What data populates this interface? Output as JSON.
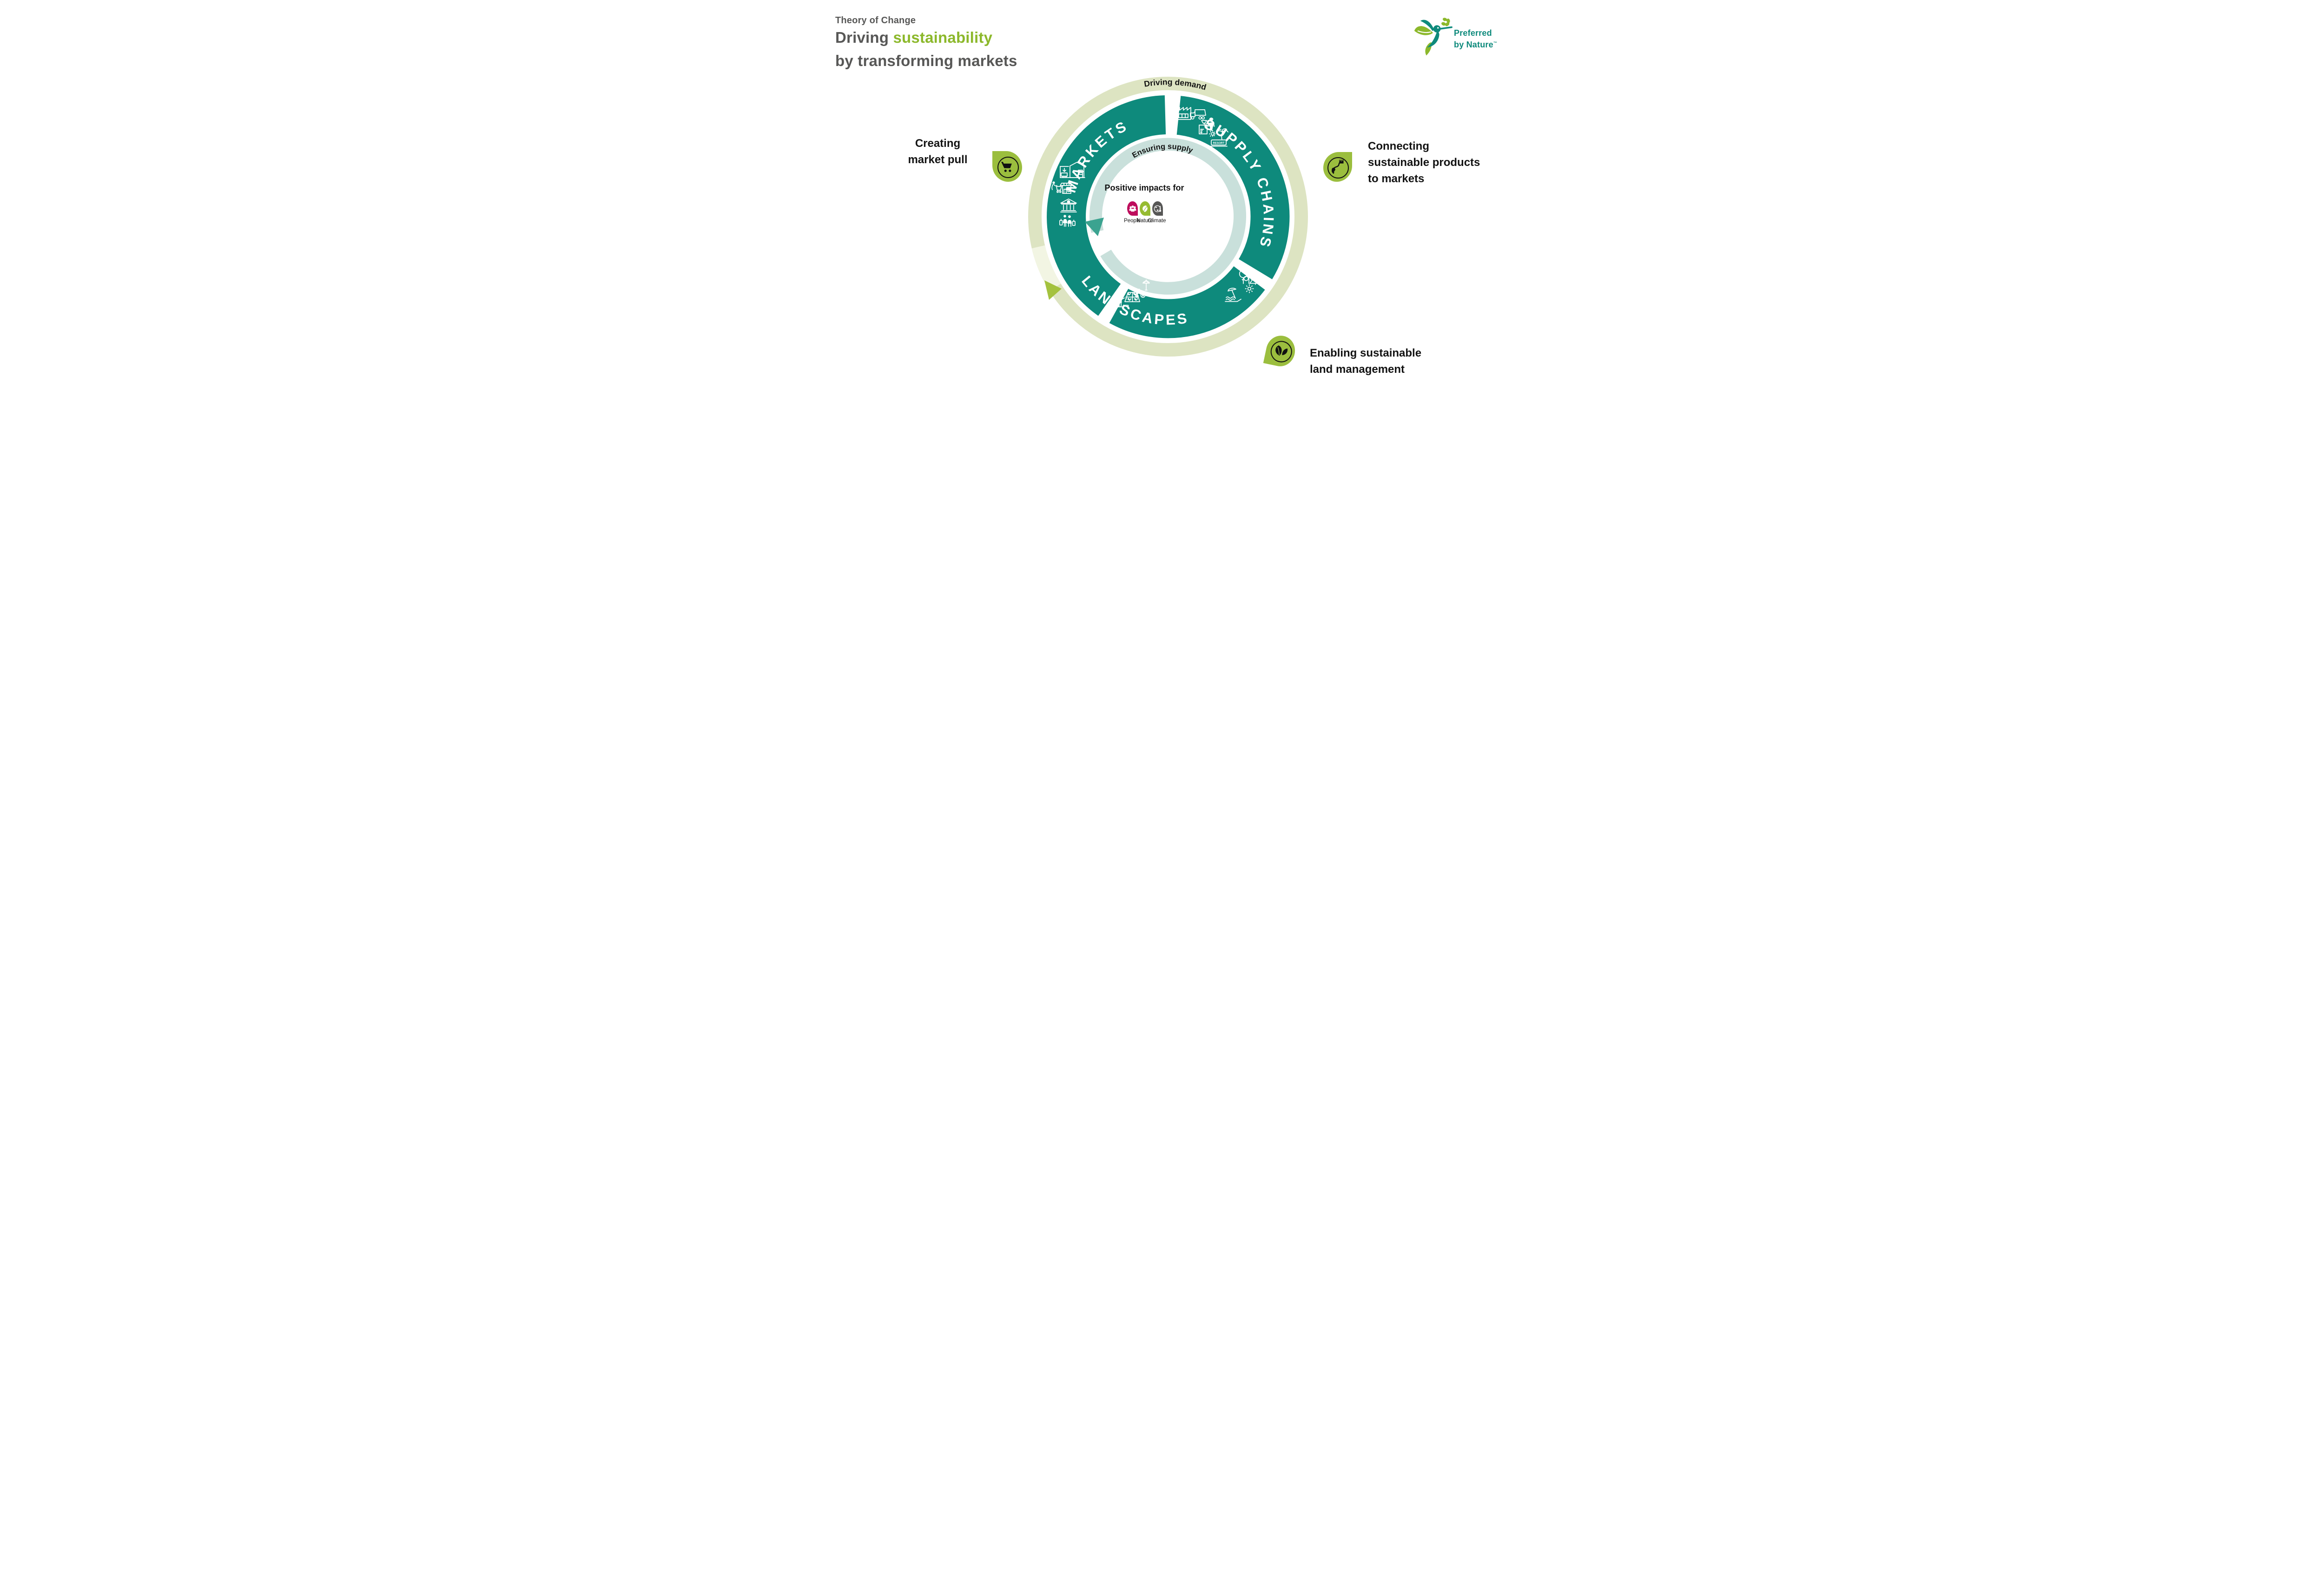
{
  "header": {
    "eyebrow": "Theory of Change",
    "title_leading": "Driving ",
    "title_highlight": "sustainability",
    "title_line2": "by transforming markets"
  },
  "logo": {
    "line1": "Preferred",
    "line2": "by Nature",
    "tm": "™"
  },
  "diagram": {
    "outer_label": "Driving demand",
    "inner_label": "Ensuring supply",
    "segments": [
      {
        "label": "MARKETS"
      },
      {
        "label": "SUPPLY CHAINS"
      },
      {
        "label": "LANDSCAPES"
      }
    ],
    "center": {
      "heading": "Positive impacts for",
      "impacts": [
        {
          "label": "People",
          "color": "#BE0D5C"
        },
        {
          "label": "Nature",
          "color": "#96BB31"
        },
        {
          "label": "Climate",
          "color": "#575756"
        }
      ]
    },
    "signs": {
      "shop": "SHOP",
      "resort": "RESORT"
    },
    "colors": {
      "teal_ring": "#0E8A7C",
      "outer_ring": "#DDE4C2",
      "outer_ring_pale": "#F2F5E3",
      "outer_arrow": "#A4C23E",
      "inner_ring": "#C9E0DB",
      "inner_arrow": "#3BA390",
      "droplet_green": "#9BBE3E"
    },
    "icon_names": [
      "warehouse-icon",
      "shopper-cart-icon",
      "bank-icon",
      "travellers-icon",
      "factory-icon",
      "truck-icon",
      "processing-machine-icon",
      "worker-icon",
      "resort-icon",
      "farmer-sowing-icon",
      "crop-field-icon",
      "tractor-icon",
      "parasol-icon",
      "forest-icon",
      "beach-icon",
      "sun-icon"
    ]
  },
  "callouts": [
    {
      "lines": [
        "Creating",
        "market pull"
      ],
      "icon": "shopping-cart-icon"
    },
    {
      "lines": [
        "Connecting",
        "sustainable products",
        "to markets"
      ],
      "icon": "route-icon"
    },
    {
      "lines": [
        "Enabling sustainable",
        "land management"
      ],
      "icon": "leaves-icon"
    }
  ]
}
